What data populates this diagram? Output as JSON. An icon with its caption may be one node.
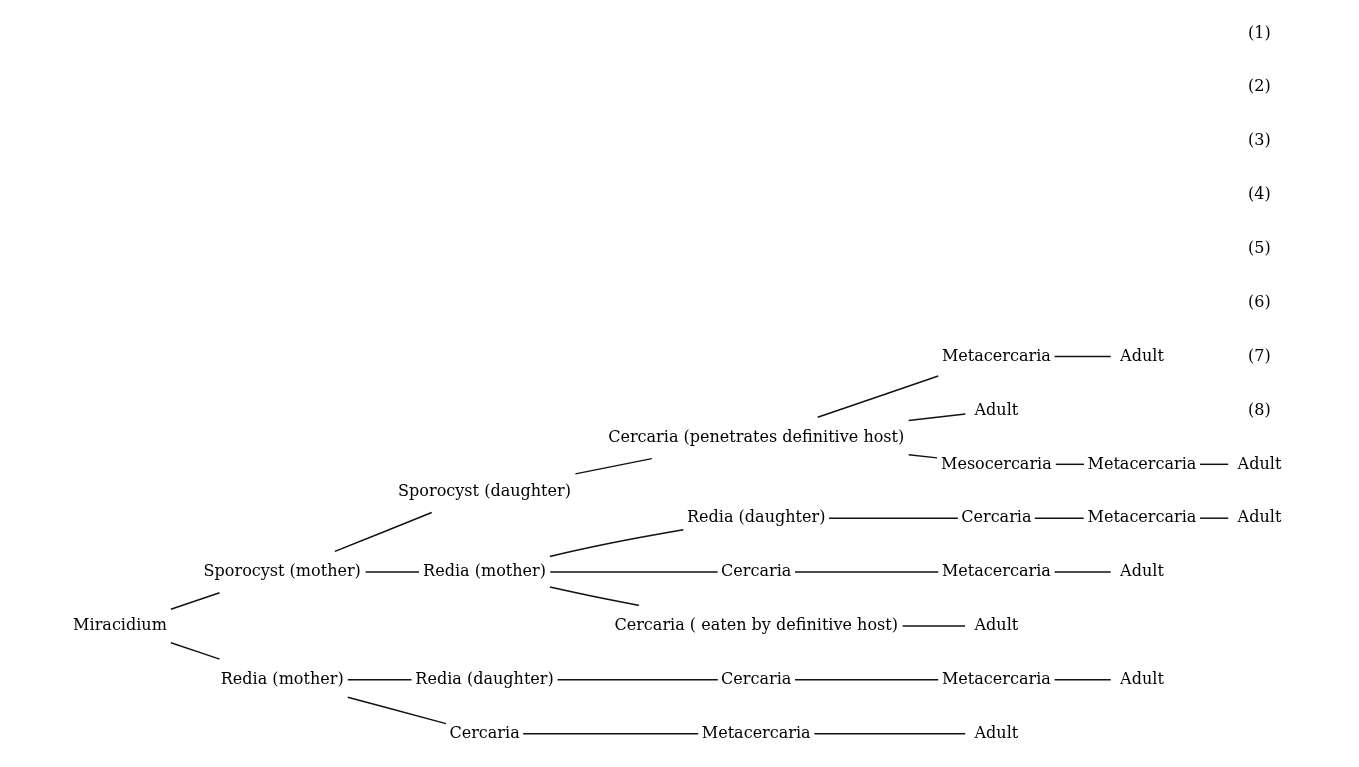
{
  "diagram": {
    "nodes": [
      {
        "text": [
          "Metacercaria"
        ]
      },
      {
        "text": [
          "Adult"
        ]
      },
      {
        "text": [
          "Sporocyst (daughter)"
        ]
      },
      {
        "text": [
          "Cercaria (penetrates definitive host)"
        ]
      },
      {
        "text": [
          "Adult"
        ]
      },
      {
        "text": [
          "Mesocercaria"
        ]
      },
      {
        "text": [
          "Metacercaria"
        ]
      },
      {
        "text": [
          "Adult"
        ]
      },
      {
        "text": [
          "Sporocyst (mother)"
        ]
      },
      {
        "text": [
          "Redia (mother)"
        ]
      },
      {
        "text": [
          "Redia (daughter)"
        ]
      },
      {
        "text": [
          "Cercaria"
        ]
      },
      {
        "text": [
          "Metacercaria"
        ]
      },
      {
        "text": [
          "Adult"
        ]
      },
      {
        "text": [
          "Cercaria"
        ]
      },
      {
        "text": [
          "Metacercaria"
        ]
      },
      {
        "text": [
          "Adult"
        ]
      },
      {
        "text": [
          "Miracidium"
        ]
      },
      {
        "text": [
          "Cercaria ( eaten by definitive host)"
        ]
      },
      {
        "text": [
          "Adult"
        ]
      },
      {
        "text": [
          "Redia (mother)"
        ]
      },
      {
        "text": [
          "Redia (daughter)"
        ]
      },
      {
        "text": [
          "Cercaria"
        ]
      },
      {
        "text": [
          "Metacercaria"
        ]
      },
      {
        "text": [
          "Adult"
        ]
      },
      {
        "text": [
          "Cercaria"
        ]
      },
      {
        "text": [
          "Metacercaria"
        ]
      },
      {
        "text": [
          "Adult"
        ]
      }
    ],
    "edges": [
      {
        "from": 2,
        "to": 3,
        "arrow": "none"
      },
      {
        "from": 3,
        "to": 0,
        "arrow": "none"
      },
      {
        "from": 0,
        "to": 1,
        "arrow": "none"
      },
      {
        "from": 3,
        "to": 4,
        "arrow": "none"
      },
      {
        "from": 3,
        "to": 5,
        "arrow": "none"
      },
      {
        "from": 5,
        "to": 6,
        "arrow": "none"
      },
      {
        "from": 6,
        "to": 7,
        "arrow": "none"
      },
      {
        "from": 8,
        "to": 2,
        "arrow": "none"
      },
      {
        "from": 17,
        "to": 8,
        "arrow": "none"
      },
      {
        "from": 8,
        "to": 9,
        "arrow": "none"
      },
      {
        "from": 9,
        "to": 10,
        "arrow": "none"
      },
      {
        "from": 10,
        "to": 11,
        "arrow": "none"
      },
      {
        "from": 11,
        "to": 12,
        "arrow": "none"
      },
      {
        "from": 12,
        "to": 13,
        "arrow": "none"
      },
      {
        "from": 9,
        "to": 14,
        "arrow": "none"
      },
      {
        "from": 14,
        "to": 15,
        "arrow": "none"
      },
      {
        "from": 15,
        "to": 16,
        "arrow": "none"
      },
      {
        "from": 9,
        "to": 18,
        "arrow": "none"
      },
      {
        "from": 18,
        "to": 19,
        "arrow": "none"
      },
      {
        "from": 17,
        "to": 20,
        "arrow": "none"
      },
      {
        "from": 20,
        "to": 21,
        "arrow": "none"
      },
      {
        "from": 21,
        "to": 22,
        "arrow": "none"
      },
      {
        "from": 22,
        "to": 23,
        "arrow": "none"
      },
      {
        "from": 23,
        "to": 24,
        "arrow": "none"
      },
      {
        "from": 20,
        "to": 25,
        "arrow": "none"
      },
      {
        "from": 25,
        "to": 26,
        "arrow": "none"
      },
      {
        "from": 26,
        "to": 27,
        "arrow": "none"
      }
    ],
    "labels": [
      "(1)",
      "(2)",
      "(3)",
      "(4)",
      "(5)",
      "(6)",
      "(7)",
      "(8)"
    ]
  }
}
